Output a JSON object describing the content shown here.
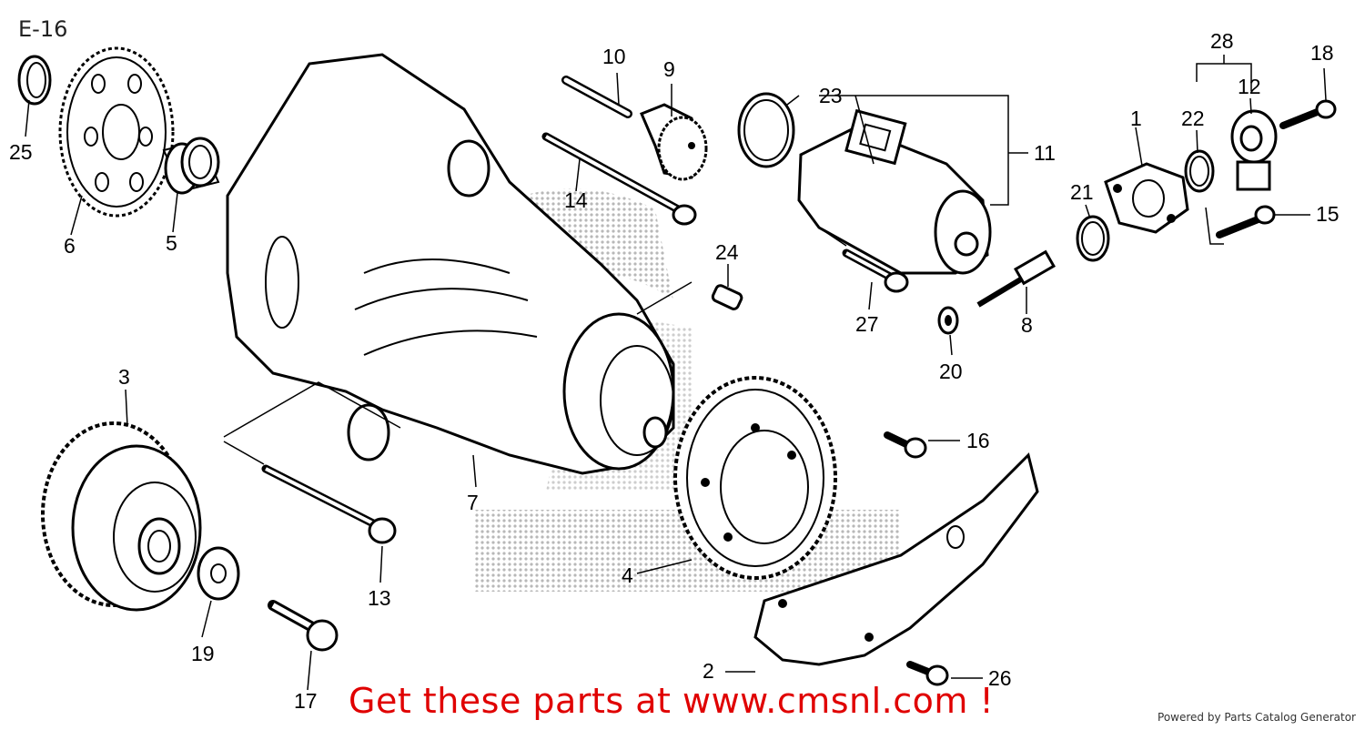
{
  "diagram_code": "E-16",
  "banner_text": "Get these parts at www.cmsnl.com !",
  "footer_text": "Powered by Parts Catalog Generator",
  "colors": {
    "banner": "#e00000",
    "line": "#000000",
    "watermark": "#b8b8b8"
  },
  "callouts": {
    "c1": "1",
    "c2": "2",
    "c3": "3",
    "c4": "4",
    "c5": "5",
    "c6": "6",
    "c7": "7",
    "c8": "8",
    "c9": "9",
    "c10": "10",
    "c11": "11",
    "c12": "12",
    "c13": "13",
    "c14": "14",
    "c15": "15",
    "c16": "16",
    "c17": "17",
    "c18": "18",
    "c19": "19",
    "c20": "20",
    "c21": "21",
    "c22": "22",
    "c23": "23",
    "c24": "24",
    "c25": "25",
    "c26": "26",
    "c27": "27",
    "c28": "28"
  }
}
